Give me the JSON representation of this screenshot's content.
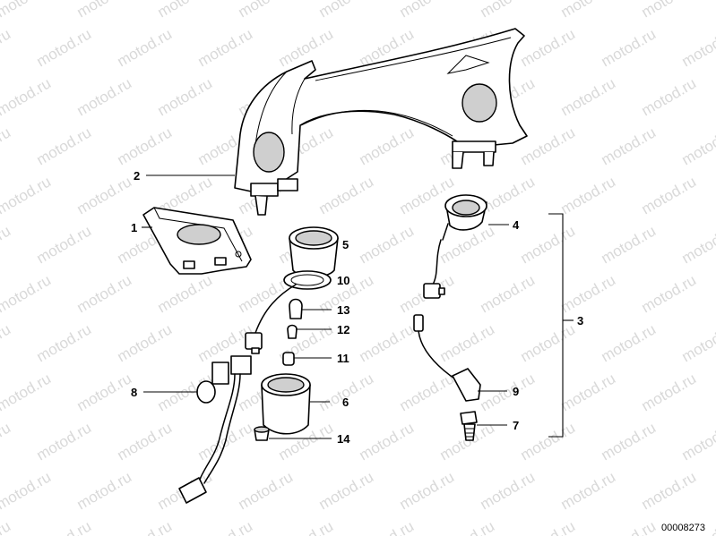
{
  "watermark": {
    "text": "motod.ru"
  },
  "diagram": {
    "id_number": "00008273",
    "callouts": [
      {
        "key": "p1",
        "label": "1"
      },
      {
        "key": "p2",
        "label": "2"
      },
      {
        "key": "p3",
        "label": "3"
      },
      {
        "key": "p4",
        "label": "4"
      },
      {
        "key": "p5",
        "label": "5"
      },
      {
        "key": "p6",
        "label": "6"
      },
      {
        "key": "p7",
        "label": "7"
      },
      {
        "key": "p8",
        "label": "8"
      },
      {
        "key": "p9",
        "label": "9"
      },
      {
        "key": "p10",
        "label": "10"
      },
      {
        "key": "p11",
        "label": "11"
      },
      {
        "key": "p12",
        "label": "12"
      },
      {
        "key": "p13",
        "label": "13"
      },
      {
        "key": "p14",
        "label": "14"
      }
    ]
  }
}
